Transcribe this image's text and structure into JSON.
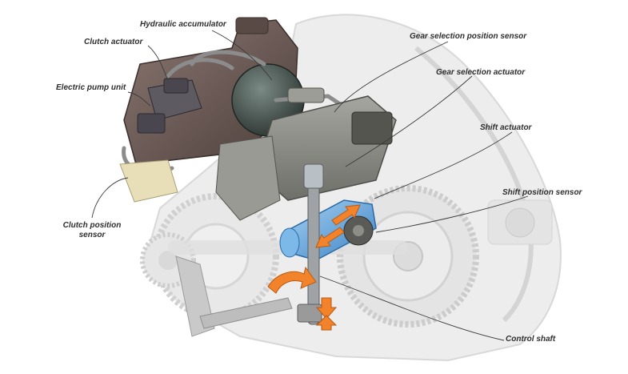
{
  "labels": {
    "hydraulic_accumulator": "Hydraulic accumulator",
    "clutch_actuator": "Clutch actuator",
    "electric_pump_unit": "Electric pump unit",
    "gear_selection_position_sensor": "Gear selection position sensor",
    "gear_selection_actuator": "Gear selection actuator",
    "shift_actuator": "Shift actuator",
    "shift_position_sensor": "Shift position sensor",
    "clutch_position_sensor_line1": "Clutch position",
    "clutch_position_sensor_line2": "sensor",
    "control_shaft": "Control shaft"
  },
  "colors": {
    "leader_line": "#3a3a3a",
    "label_text": "#2e2e2e",
    "ghost_housing": "#e6e6e6",
    "reservoir": "#6b5a55",
    "accumulator": "#3f4b47",
    "valve_block": "#8a8a84",
    "actuator_blue": "#5fa2dc",
    "arrow_orange": "#f2832a",
    "clutch_sensor_beige": "#e8dfb8"
  }
}
